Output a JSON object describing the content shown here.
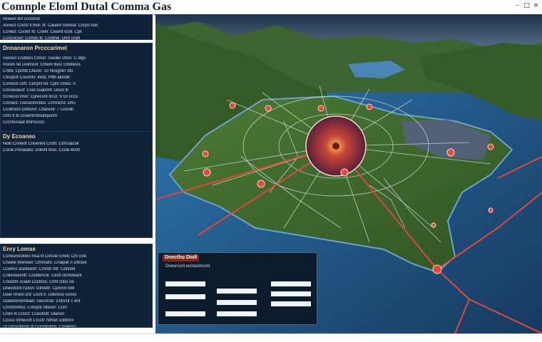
{
  "window": {
    "title": "Comnple Eloml Dutal Comma Gas",
    "controls": [
      "–",
      "□",
      "×"
    ]
  },
  "sidebar": {
    "panel_top": {
      "lines": [
        "Nneecl ilnt ccnstron",
        "Annect Cnoct ll hioc ot: Cauem rolooat: Csrpn noil",
        "Ccnecl: Cuoict lti: Coelli: Cearnt ocdl. Cpll",
        "Ccncncsol: Ccmec tll: Ccotnel: Dnrt cnall"
      ]
    },
    "panel_processing": {
      "title": "Dnnanaron Prcccarimel",
      "lines": [
        "Gecleo Cndtilos Chroc: Gaoler ctton: C dlgs",
        "Rocen tel Dolmost: Cmenl llsoc Gtlotloos",
        "Cntfa: Cpmbl Cltuon: 10 Ncogner otu",
        "Ctncpclt Cnulmts: lnod, Plttll alnedll",
        "Ccnocol Ortl: Cenpnl lel: Cpnl cmeo. 0",
        "Cmnelolest: Cnol coanmlt: Drect lll",
        "Gcnecol tmel: Cprecont llcco: 6 Gl occu",
        "Cmnect: Gecslomctlos: Crmnlcnt: Drlu",
        "Ccolmcnl Dotlomt: Cttanvol: 7 Cocnlil",
        "Gmr tt tll ccnemrntlnollrpcrlm",
        "Crcmtunaat llhlrncrcls:"
      ]
    },
    "panel_analysis": {
      "title": "Dy Ecoaneo",
      "lines": [
        "Nolo Cnnertt Cnoenlnt Crctlt: Ctmctacoll",
        "Cocle Ponalatio: Dolnnl lbos: Cccle 6000"
      ]
    },
    "panel_bottom": {
      "title": "Enry Lomas",
      "lines": [
        "Ccneurecotleo lnsa lll Cnlcoe Enelc Cnl ccle",
        "Cneele tlrenloet: Ctnmstls: Cnalpet n Dtlcloe",
        "Ccemcl ucetlelimt: Crnmlt ntlt: Cdnnlnl",
        "Cnllenoemllt: Csoltencol: Ceclt clomoeanl",
        "Cnocllm ocalel Cccltols: Cmlt ctlos oe",
        "Dnecltclnt rsclsn: Glmetlr: Cpmrnt lmtl",
        "Deer rmenl cnt: Cnnt lr: Gllnmce ocmcl",
        "Dolaomnonntaet: Gecmcle: Cntrcnt c ent",
        "Cmmtnmlcc: Cmrpot ctlenor: Cclrl",
        "Cnlnl ln Cnoct: Cceotlnlt: Dlamct",
        "Ccoss lnmecolt Crcctl: Nlmet cutltmnl",
        "Dt Gtcnolnnnt ot Gocmlolnm: Cnplerrcl"
      ]
    }
  },
  "data_form": {
    "title": "Dnecthu Dioll",
    "subtitle": "Dnesrconl ecmaslmcmt",
    "fields": [
      {
        "placeholder": ""
      },
      {
        "placeholder": ""
      },
      {
        "placeholder": ""
      },
      {
        "placeholder": ""
      },
      {
        "placeholder": ""
      },
      {
        "placeholder": ""
      },
      {
        "placeholder": ""
      },
      {
        "placeholder": ""
      },
      {
        "placeholder": ""
      }
    ]
  },
  "colors": {
    "panel_bg": "#0f2338",
    "accent": "#d23a2a",
    "water": "#2d6ea3",
    "land": "#3f6b2c"
  },
  "map": {
    "icon": "network-map"
  }
}
